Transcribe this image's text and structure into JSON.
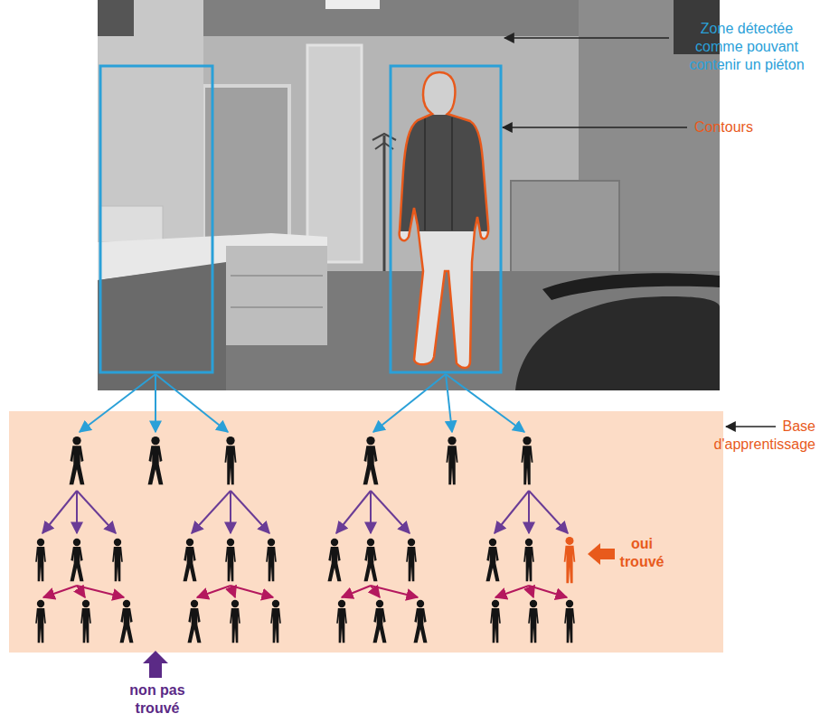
{
  "diagram": {
    "labels": [
      "Zone détectée comme pouvant contenir un piéton",
      "Contours",
      "Base d'apprentissage",
      "oui trouvé",
      "non pas trouvé"
    ]
  }
}
